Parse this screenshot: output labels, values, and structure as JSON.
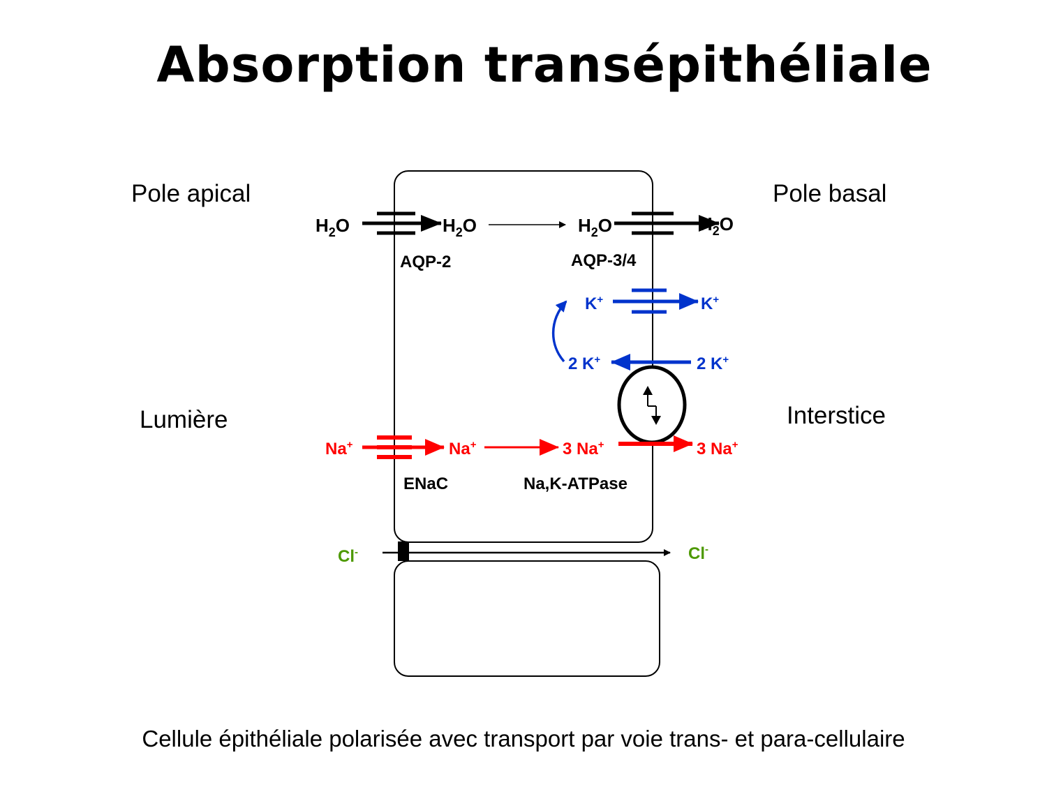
{
  "title": "Absorption transépithéliale",
  "labels": {
    "pole_apical": "Pole apical",
    "pole_basal": "Pole basal",
    "lumiere": "Lumière",
    "interstice": "Interstice"
  },
  "caption": "Cellule épithéliale polarisée avec transport par voie trans- et para-cellulaire",
  "water": {
    "h": "H",
    "sub": "2",
    "o": "O",
    "aqp2": "AQP-2",
    "aqp34": "AQP-3/4"
  },
  "potassium": {
    "k": "K",
    "sup": "+",
    "two_k": "2 K"
  },
  "sodium": {
    "na": "Na",
    "sup": "+",
    "three_na": "3 Na",
    "enac": "ENaC",
    "pump": "Na,K-ATPase"
  },
  "chloride": {
    "cl": "Cl",
    "sup": "-"
  },
  "colors": {
    "water": "#000000",
    "potassium": "#0033cc",
    "sodium": "#ff0000",
    "chloride": "#4d9900"
  }
}
